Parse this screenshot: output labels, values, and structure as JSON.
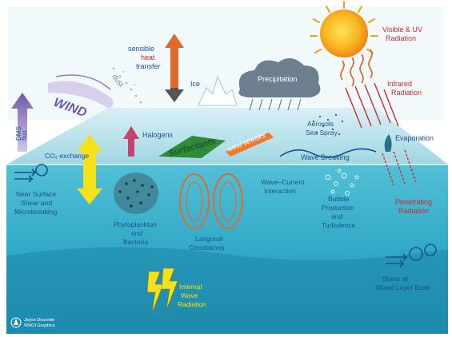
{
  "labels": {
    "visible_uv": [
      "Visible & UV",
      "Radiation"
    ],
    "infrared": [
      "Infrared",
      "Radiation"
    ],
    "evaporation": "Evaporation",
    "penetrating": [
      "Penetrating",
      "Radiation"
    ],
    "sensible": "sensible",
    "heat": "heat",
    "transfer": "transfer",
    "ice": "Ice",
    "precipitation": "Precipitation",
    "dust": "dust",
    "wind": "WIND",
    "dms_flux": [
      "DMS",
      "flux"
    ],
    "co2_exchange": "CO₂ exchange",
    "halogens": "Halogens",
    "surfactants": "Surfactants",
    "wind_streaks": "wind streaks",
    "aerosols": [
      "Aerosols",
      "Sea Spray"
    ],
    "wave_breaking": "Wave Breaking",
    "near_surface": [
      "Near Surface",
      "Shear and",
      "Microbreaking"
    ],
    "wave_current": [
      "Wave–Current",
      "Interaction"
    ],
    "bubble": [
      "Bubble",
      "Production",
      "and",
      "Turbulence"
    ],
    "phytoplankton": [
      "Phytoplankton",
      "and",
      "Bacteria"
    ],
    "langmuir": [
      "Langmuir",
      "Circulations"
    ],
    "internal_wave": [
      "Internal",
      "Wave",
      "Radiation"
    ],
    "shear_base": [
      "Shear at",
      "Mixed Layer Base"
    ],
    "credit": [
      "Jayne Doucette",
      "WHOI Graphics"
    ]
  },
  "colors": {
    "sky": "#eaf6fa",
    "sea_top": "#a9dbe6",
    "sea_front": "#3fb3cc",
    "sea_deep": "#1f8fae",
    "red_text": "#d0282c",
    "blue_text": "#1f4f8f",
    "sun": "#f7b21c",
    "yellow": "#f4e11a"
  }
}
